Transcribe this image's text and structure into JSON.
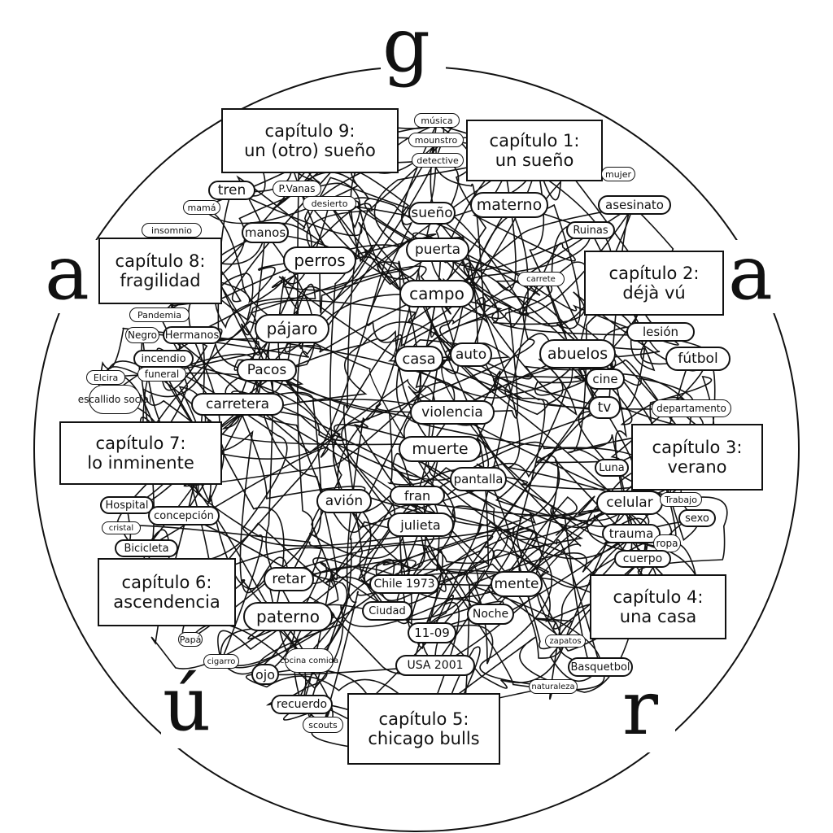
{
  "title_letters": [
    "g",
    "a",
    "r",
    "ú",
    "a"
  ],
  "chapters": [
    {
      "id": "9",
      "line1": "capítulo 9:",
      "line2": "un (otro) sueño"
    },
    {
      "id": "1",
      "line1": "capítulo 1:",
      "line2": "un sueño"
    },
    {
      "id": "2",
      "line1": "capítulo 2:",
      "line2": "déjà vú"
    },
    {
      "id": "3",
      "line1": "capítulo 3:",
      "line2": "verano"
    },
    {
      "id": "4",
      "line1": "capítulo 4:",
      "line2": "una casa"
    },
    {
      "id": "5",
      "line1": "capítulo 5:",
      "line2": "chicago bulls"
    },
    {
      "id": "6",
      "line1": "capítulo 6:",
      "line2": "ascendencia"
    },
    {
      "id": "7",
      "line1": "capítulo 7:",
      "line2": "lo inminente"
    },
    {
      "id": "8",
      "line1": "capítulo 8:",
      "line2": "fragilidad"
    }
  ],
  "keywords": [
    "música",
    "mounstro",
    "detective",
    "mujer",
    "tren",
    "P.Vanas",
    "desierto",
    "mamá",
    "sueño",
    "materno",
    "asesinato",
    "insomnio",
    "manos",
    "Ruinas",
    "perros",
    "puerta",
    "carrete",
    "campo",
    "Pandemia",
    "Negro",
    "Hermanos",
    "pájaro",
    "lesión",
    "incendio",
    "funeral",
    "casa",
    "auto",
    "abuelos",
    "fútbol",
    "Pacos",
    "Elcira",
    "escallido social",
    "cine",
    "carretera",
    "violencia",
    "tv",
    "departamento",
    "muerte",
    "pantalla",
    "Luna",
    "Hospital",
    "avión",
    "fran",
    "celular",
    "Trabajo",
    "concepción",
    "julieta",
    "sexo",
    "cristal",
    "trauma",
    "ropa",
    "Bicicleta",
    "cuerpo",
    "retar",
    "Chile 1973",
    "mente",
    "paterno",
    "Ciudad",
    "Noche",
    "11-09",
    "zapatos",
    "Papá",
    "cigarro",
    "cocina comida",
    "USA 2001",
    "Basquetbol",
    "ojo",
    "naturaleza",
    "recuerdo",
    "scouts"
  ]
}
